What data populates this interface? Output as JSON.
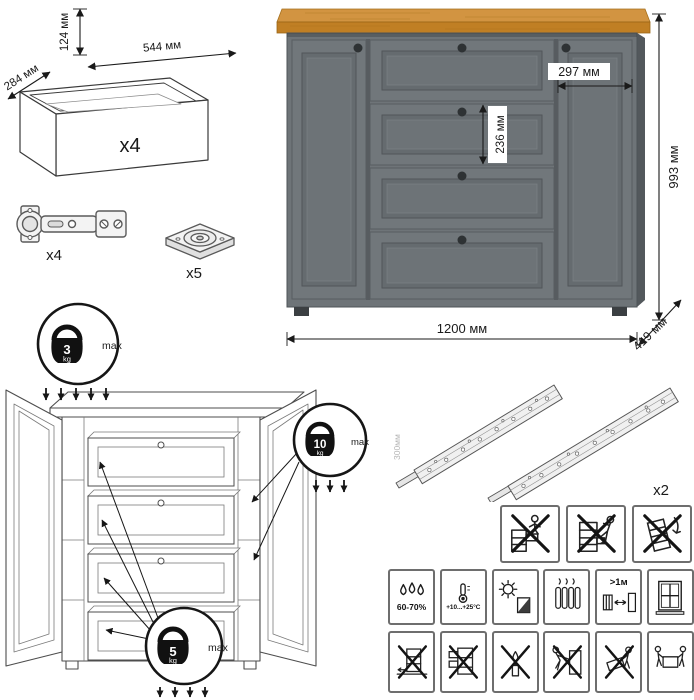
{
  "parts": {
    "drawer_box": {
      "count": "x4",
      "dim_height": "124 мм",
      "dim_width": "544 мм",
      "dim_depth": "284 мм"
    },
    "hinge": {
      "count": "x4"
    },
    "foot": {
      "count": "x5"
    },
    "slides": {
      "count": "x2",
      "side_note": "300мм"
    }
  },
  "dresser": {
    "dim_width": "1200 мм",
    "dim_height": "993 мм",
    "dim_depth": "419 мм",
    "dim_right_door_width": "297 мм",
    "dim_drawer_height": "236 мм"
  },
  "load_limits": {
    "top": {
      "value": "3",
      "unit": "kg",
      "suffix": "max"
    },
    "shelf": {
      "value": "10",
      "unit": "kg",
      "suffix": "max"
    },
    "drawer": {
      "value": "5",
      "unit": "kg",
      "suffix": "max"
    }
  },
  "care": {
    "humidity": "60-70%",
    "temperature": "+10...+25°С",
    "distance": ">1м"
  },
  "colors": {
    "wood_top": "#c07f24",
    "wood_top_surface": "#d29441",
    "body_gray": "#6e7478",
    "front_gray": "#71777b",
    "panel_gray": "#656b6f",
    "knob": "#2e3234",
    "line": "#1a1a1a",
    "pictogram_border": "#6e6e6e"
  }
}
